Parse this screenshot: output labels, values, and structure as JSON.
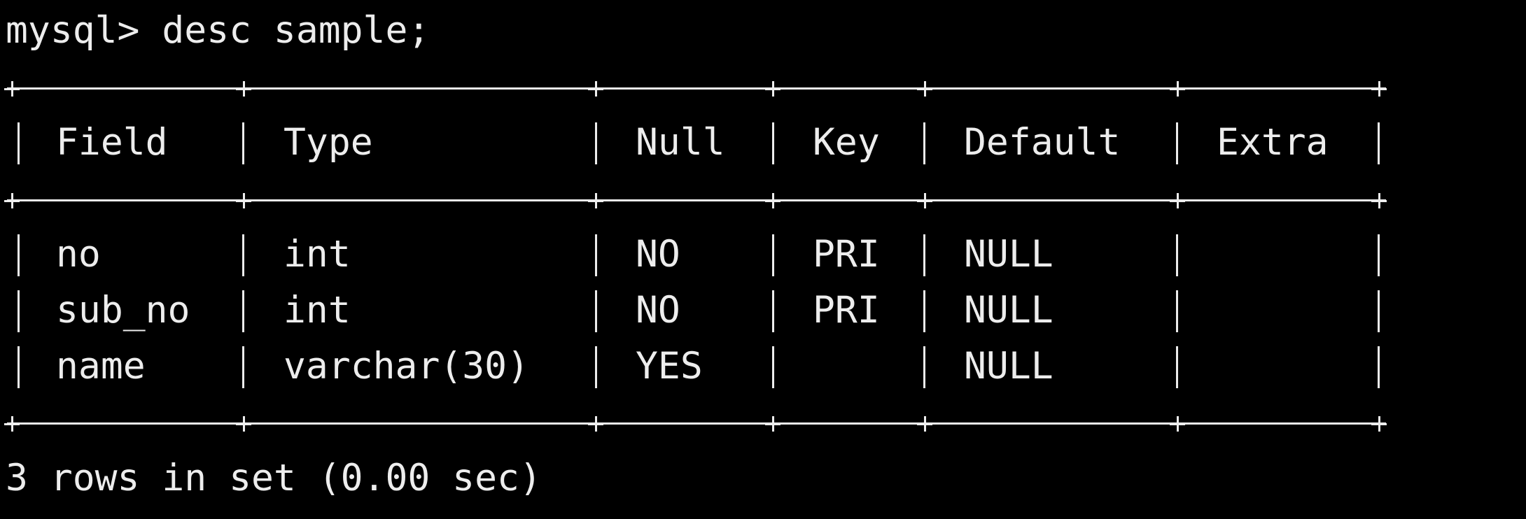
{
  "terminal": {
    "prompt": "mysql>",
    "command": "desc sample;",
    "footer": "3 rows in set (0.00 sec)",
    "colors": {
      "background": "#000000",
      "foreground": "#ededed"
    }
  },
  "table": {
    "headers": [
      "Field",
      "Type",
      "Null",
      "Key",
      "Default",
      "Extra"
    ],
    "rows": [
      [
        "no",
        "int",
        "NO",
        "PRI",
        "NULL",
        ""
      ],
      [
        "sub_no",
        "int",
        "NO",
        "PRI",
        "NULL",
        ""
      ],
      [
        "name",
        "varchar(30)",
        "YES",
        "",
        "NULL",
        ""
      ]
    ]
  }
}
